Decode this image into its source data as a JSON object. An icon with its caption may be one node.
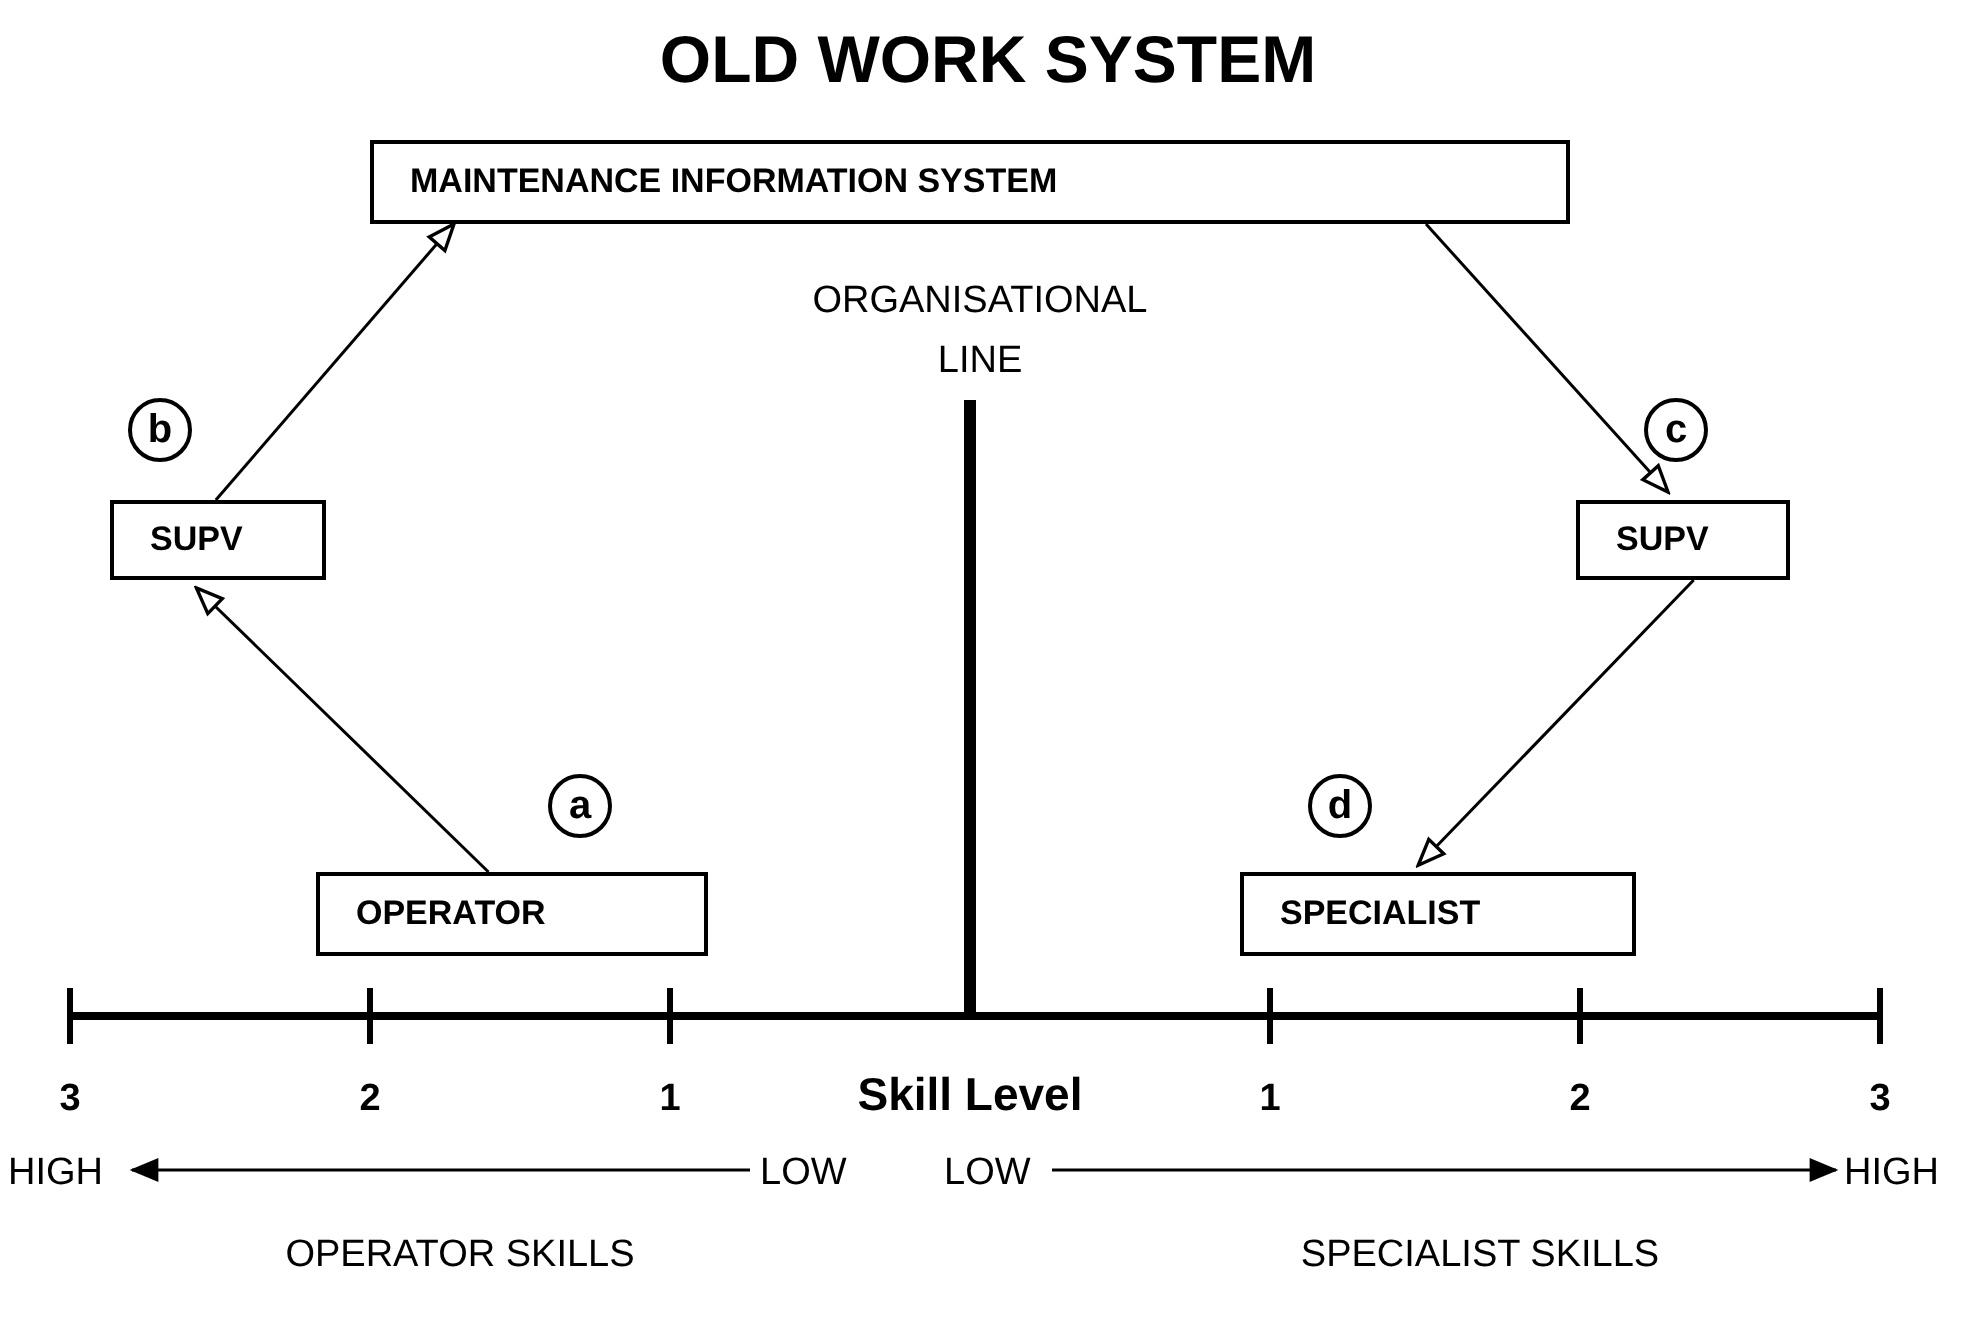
{
  "diagram": {
    "title": "OLD WORK SYSTEM",
    "nodes": [
      {
        "text": [
          "MAINTENANCE INFORMATION SYSTEM"
        ]
      },
      {
        "text": [
          "b"
        ]
      },
      {
        "text": [
          "c"
        ]
      },
      {
        "text": [
          "SUPV"
        ]
      },
      {
        "text": [
          "SUPV"
        ]
      },
      {
        "text": [
          "a"
        ]
      },
      {
        "text": [
          "d"
        ]
      },
      {
        "text": [
          "OPERATOR"
        ]
      },
      {
        "text": [
          "SPECIALIST"
        ]
      }
    ],
    "edges": [
      {
        "from": 7,
        "to": 3,
        "arrow": "to"
      },
      {
        "from": 3,
        "to": 0,
        "arrow": "to"
      },
      {
        "from": 0,
        "to": 4,
        "arrow": "to"
      },
      {
        "from": 4,
        "to": 8,
        "arrow": "to"
      }
    ],
    "labels": [
      "ORGANISATIONAL LINE",
      "3",
      "2",
      "1",
      "Skill Level",
      "1",
      "2",
      "3",
      "HIGH",
      "LOW",
      "LOW",
      "HIGH",
      "OPERATOR SKILLS",
      "SPECIALIST SKILLS"
    ]
  }
}
